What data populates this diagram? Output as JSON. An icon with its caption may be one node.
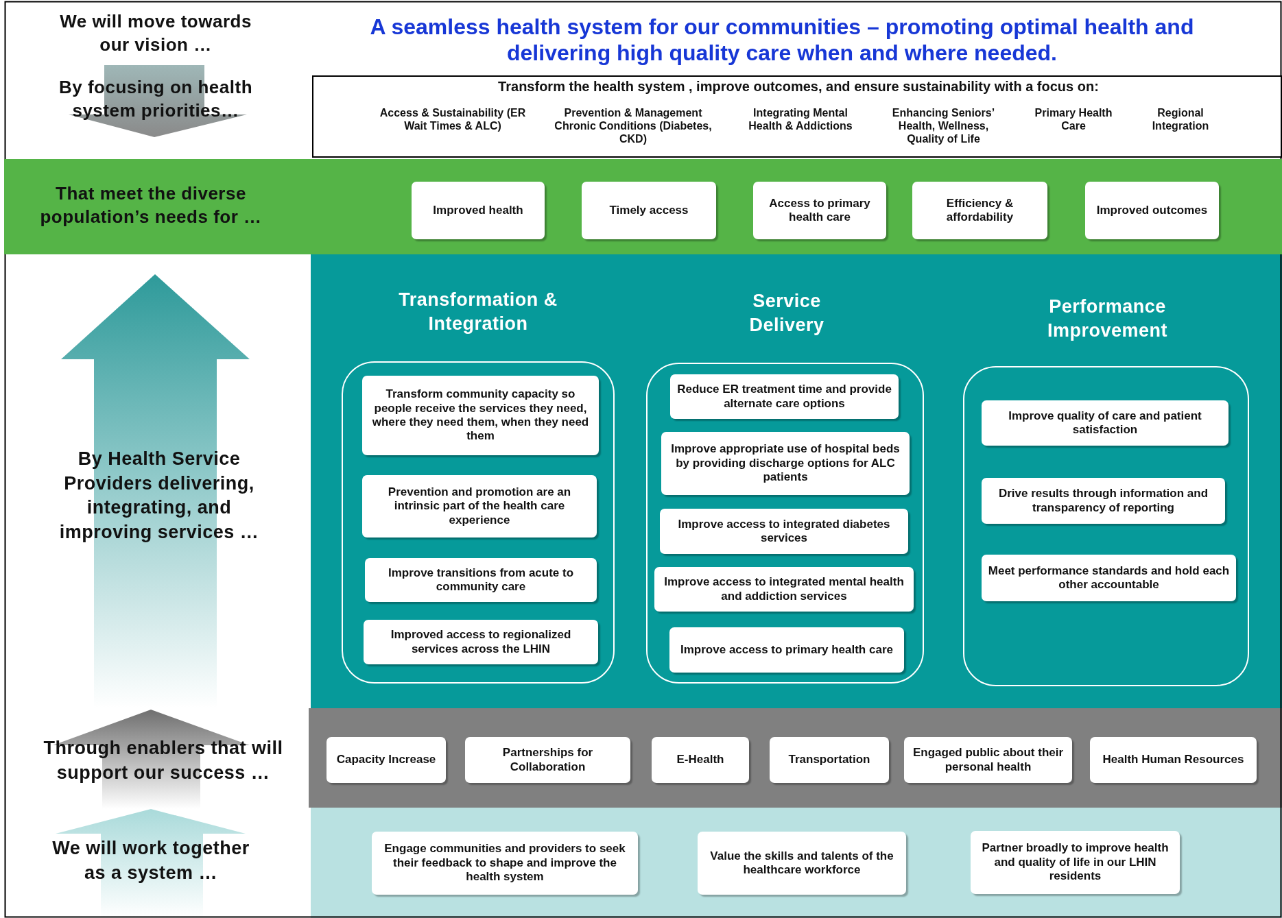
{
  "diagram": {
    "title": "A seamless health system for our communities – promoting optimal health and delivering high quality care when and where needed.",
    "nodes": [
      {
        "text": [
          "Transform the health system , improve outcomes, and ensure sustainability with a focus on:",
          "Access & Sustainability (ER Wait Times & ALC)",
          "Prevention & Management Chronic Conditions (Diabetes, CKD)",
          "Integrating Mental Health & Addictions",
          "Enhancing Seniors’ Health, Wellness, Quality of Life",
          "Primary Health Care",
          "Regional Integration"
        ]
      },
      {
        "text": [
          "That meet the diverse population’s needs for …"
        ]
      },
      {
        "text": [
          "Improved health"
        ],
        "in": 1
      },
      {
        "text": [
          "Timely access"
        ],
        "in": 1
      },
      {
        "text": [
          "Access to primary health care"
        ],
        "in": 1
      },
      {
        "text": [
          "Efficiency & affordability"
        ],
        "in": 1
      },
      {
        "text": [
          "Improved outcomes"
        ],
        "in": 1
      },
      {
        "text": [
          "Transformation & Integration"
        ]
      },
      {
        "text": [
          "Transform community capacity so people receive the services they need, where they need them, when they need them"
        ],
        "in": 7
      },
      {
        "text": [
          "Prevention and promotion are an intrinsic part of the health care experience"
        ],
        "in": 7
      },
      {
        "text": [
          "Improve transitions from acute to community care"
        ],
        "in": 7
      },
      {
        "text": [
          "Improved access to regionalized services across the LHIN"
        ],
        "in": 7
      },
      {
        "text": [
          "Service Delivery"
        ]
      },
      {
        "text": [
          "Reduce ER treatment time and provide alternate care options"
        ],
        "in": 12
      },
      {
        "text": [
          "Improve appropriate use of hospital beds by providing discharge options for ALC patients"
        ],
        "in": 12
      },
      {
        "text": [
          "Improve access to integrated diabetes services"
        ],
        "in": 12
      },
      {
        "text": [
          "Improve access to integrated mental health and addiction services"
        ],
        "in": 12
      },
      {
        "text": [
          "Improve access to primary health care"
        ],
        "in": 12
      },
      {
        "text": [
          "Performance Improvement"
        ]
      },
      {
        "text": [
          "Improve quality of care and patient satisfaction"
        ],
        "in": 18
      },
      {
        "text": [
          "Drive results through information and transparency of reporting"
        ],
        "in": 18
      },
      {
        "text": [
          "Meet performance standards and hold each other accountable"
        ],
        "in": 18
      },
      {
        "text": [
          "Capacity Increase"
        ]
      },
      {
        "text": [
          "Partnerships for Collaboration"
        ]
      },
      {
        "text": [
          "E-Health"
        ]
      },
      {
        "text": [
          "Transportation"
        ]
      },
      {
        "text": [
          "Engaged public about their personal health"
        ]
      },
      {
        "text": [
          "Health Human Resources"
        ]
      },
      {
        "text": [
          "Engage communities and providers to seek their feedback to shape and improve the health system"
        ]
      },
      {
        "text": [
          "Value the skills and talents of the healthcare workforce"
        ]
      },
      {
        "text": [
          "Partner broadly to improve health and quality of life in our LHIN residents"
        ]
      }
    ],
    "labels": [
      "We will move towards our vision …",
      "By focusing on health system priorities…",
      "By Health Service Providers delivering, integrating, and improving services …",
      "Through enablers that will support our success …",
      "We will work together as a system …"
    ]
  }
}
